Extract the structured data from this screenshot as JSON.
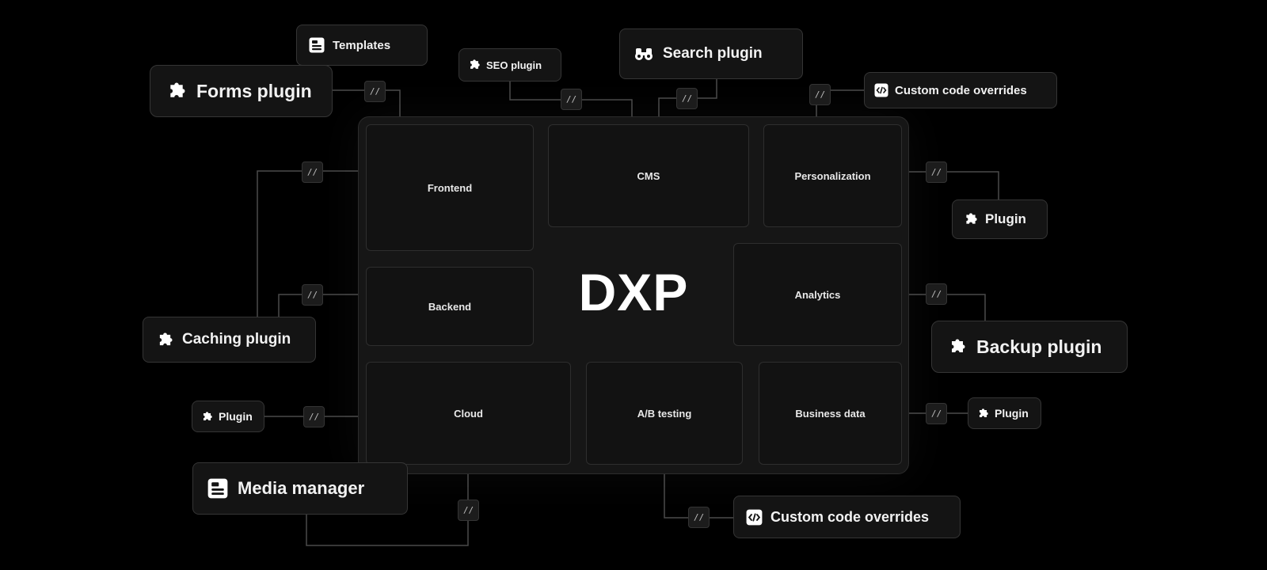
{
  "title": "DXP",
  "modules": {
    "frontend": "Frontend",
    "cms": "CMS",
    "personalization": "Personalization",
    "backend": "Backend",
    "analytics": "Analytics",
    "cloud": "Cloud",
    "ab_testing": "A/B testing",
    "business_data": "Business data"
  },
  "connector_label": "//",
  "plugins": {
    "templates": {
      "label": "Templates",
      "icon": "template-icon"
    },
    "forms": {
      "label": "Forms plugin",
      "icon": "puzzle-icon"
    },
    "seo": {
      "label": "SEO plugin",
      "icon": "puzzle-icon"
    },
    "search": {
      "label": "Search plugin",
      "icon": "binoculars-icon"
    },
    "custom_code_top": {
      "label": "Custom code overrides",
      "icon": "code-icon"
    },
    "plugin_right_top": {
      "label": "Plugin",
      "icon": "puzzle-icon"
    },
    "caching": {
      "label": "Caching plugin",
      "icon": "puzzle-icon"
    },
    "backup": {
      "label": "Backup plugin",
      "icon": "puzzle-icon"
    },
    "plugin_left": {
      "label": "Plugin",
      "icon": "puzzle-icon"
    },
    "plugin_right_bottom": {
      "label": "Plugin",
      "icon": "puzzle-icon"
    },
    "media_manager": {
      "label": "Media manager",
      "icon": "template-icon"
    },
    "custom_code_bottom": {
      "label": "Custom code overrides",
      "icon": "code-icon"
    }
  },
  "colors": {
    "background": "#000000",
    "panel": "#161616",
    "module": "#121212",
    "wire": "#4a4a4a",
    "text": "#ffffff"
  }
}
